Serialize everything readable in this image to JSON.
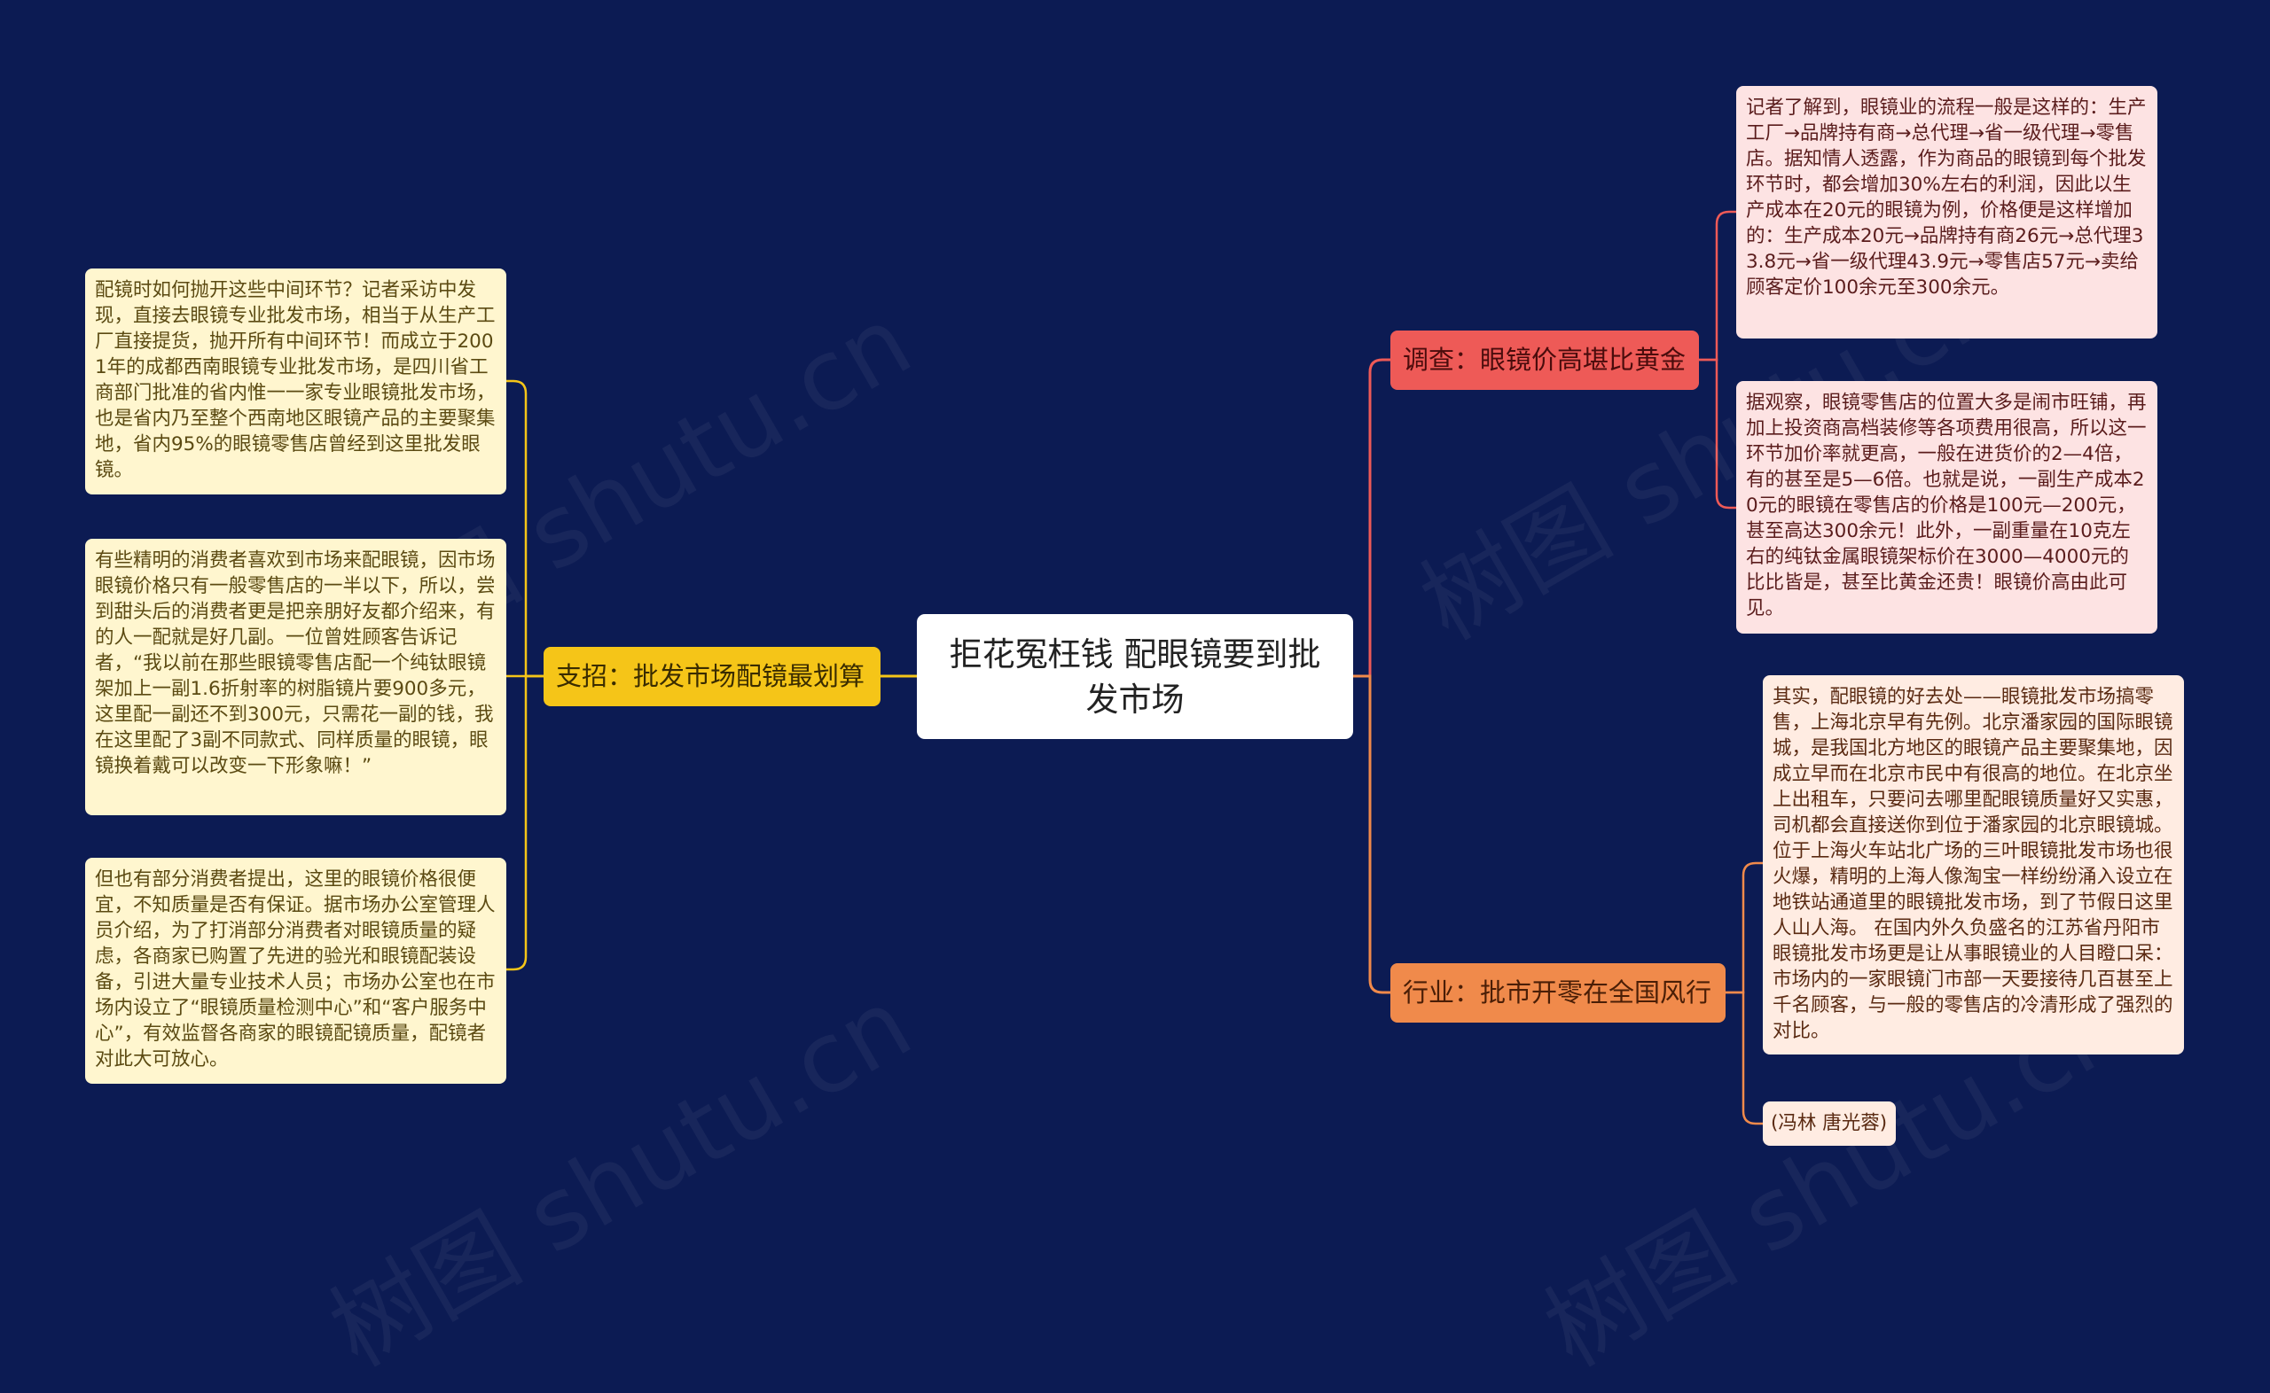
{
  "center": {
    "title": "拒花冤枉钱 配眼镜要到批发市场"
  },
  "branches": {
    "left": {
      "label": "支招：批发市场配镜最划算",
      "color": "#f5c518",
      "leaves": [
        "配镜时如何抛开这些中间环节？记者采访中发现，直接去眼镜专业批发市场，相当于从生产工厂直接提货，抛开所有中间环节！而成立于2001年的成都西南眼镜专业批发市场，是四川省工商部门批准的省内惟一一家专业眼镜批发市场，也是省内乃至整个西南地区眼镜产品的主要聚集地，省内95%的眼镜零售店曾经到这里批发眼镜。",
        "有些精明的消费者喜欢到市场来配眼镜，因市场眼镜价格只有一般零售店的一半以下，所以，尝到甜头后的消费者更是把亲朋好友都介绍来，有的人一配就是好几副。一位曾姓顾客告诉记者，“我以前在那些眼镜零售店配一个纯钛眼镜架加上一副1.6折射率的树脂镜片要900多元，这里配一副还不到300元，只需花一副的钱，我在这里配了3副不同款式、同样质量的眼镜，眼镜换着戴可以改变一下形象嘛！”",
        "但也有部分消费者提出，这里的眼镜价格很便宜，不知质量是否有保证。据市场办公室管理人员介绍，为了打消部分消费者对眼镜质量的疑虑，各商家已购置了先进的验光和眼镜配装设备，引进大量专业技术人员；市场办公室也在市场内设立了“眼镜质量检测中心”和“客户服务中心”，有效监督各商家的眼镜配镜质量，配镜者对此大可放心。"
      ]
    },
    "right_top": {
      "label": "调查：眼镜价高堪比黄金",
      "color": "#ee5a57",
      "leaves": [
        "记者了解到，眼镜业的流程一般是这样的：生产工厂→品牌持有商→总代理→省一级代理→零售店。据知情人透露，作为商品的眼镜到每个批发环节时，都会增加30%左右的利润，因此以生产成本在20元的眼镜为例，价格便是这样增加的：生产成本20元→品牌持有商26元→总代理33.8元→省一级代理43.9元→零售店57元→卖给顾客定价100余元至300余元。",
        "据观察，眼镜零售店的位置大多是闹市旺铺，再加上投资商高档装修等各项费用很高，所以这一环节加价率就更高，一般在进货价的2—4倍，有的甚至是5—6倍。也就是说，一副生产成本20元的眼镜在零售店的价格是100元—200元，甚至高达300余元！此外，一副重量在10克左右的纯钛金属眼镜架标价在3000—4000元的比比皆是，甚至比黄金还贵！眼镜价高由此可见。"
      ]
    },
    "right_bottom": {
      "label": "行业：批市开零在全国风行",
      "color": "#f08a4b",
      "leaves": [
        "其实，配眼镜的好去处——眼镜批发市场搞零售，上海北京早有先例。北京潘家园的国际眼镜城，是我国北方地区的眼镜产品主要聚集地，因成立早而在北京市民中有很高的地位。在北京坐上出租车，只要问去哪里配眼镜质量好又实惠，司机都会直接送你到位于潘家园的北京眼镜城。位于上海火车站北广场的三叶眼镜批发市场也很火爆，精明的上海人像淘宝一样纷纷涌入设立在地铁站通道里的眼镜批发市场，到了节假日这里人山人海。 在国内外久负盛名的江苏省丹阳市眼镜批发市场更是让从事眼镜业的人目瞪口呆：市场内的一家眼镜门市部一天要接待几百甚至上千名顾客，与一般的零售店的冷清形成了强烈的对比。",
        "(冯林 唐光蓉)"
      ]
    }
  },
  "watermark": "树图 shutu.cn"
}
